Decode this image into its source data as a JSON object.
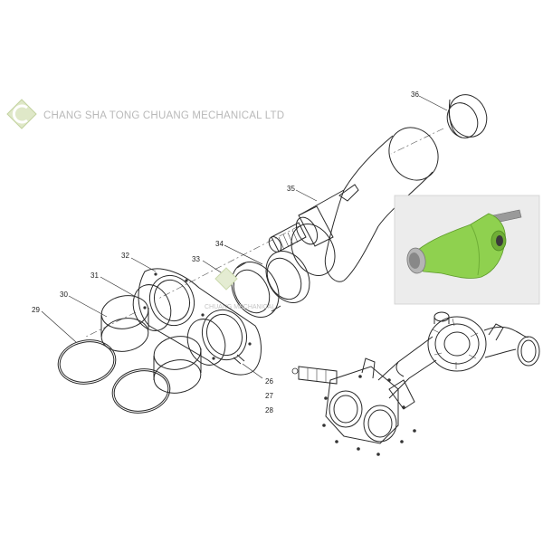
{
  "watermark": {
    "company": "CHANG SHA TONG CHUANG MECHANICAL LTD",
    "company_small": "CHUANG MECHANICAL",
    "logo_icon": "diamond-c-logo",
    "logo_color": "#c9d8a8"
  },
  "part_numbers": {
    "p26": "26",
    "p27": "27",
    "p28": "28",
    "p29": "29",
    "p30": "30",
    "p31": "31",
    "p32": "32",
    "p33": "33",
    "p34": "34",
    "p35": "35",
    "p36": "36"
  },
  "colors": {
    "line": "#2a2a2a",
    "part_highlight": "#8fd14f",
    "photo_background": "#ececec"
  }
}
